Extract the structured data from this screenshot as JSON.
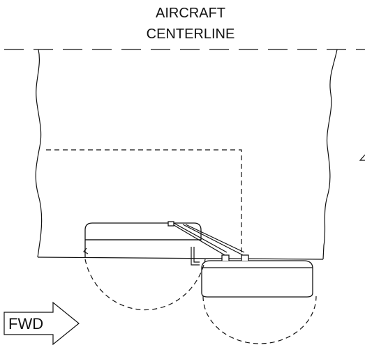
{
  "diagram": {
    "centerline_label_line1": "AIRCRAFT",
    "centerline_label_line2": "CENTERLINE",
    "direction_label": "FWD"
  }
}
